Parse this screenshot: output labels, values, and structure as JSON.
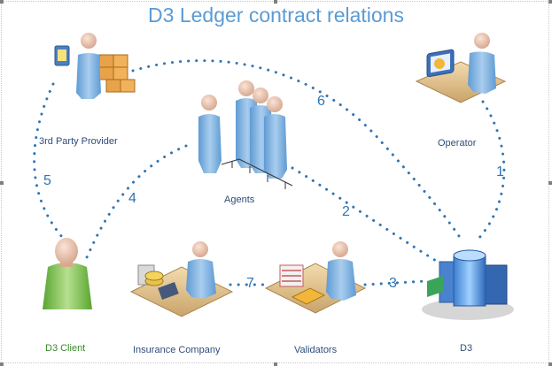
{
  "title": "D3 Ledger contract relations",
  "nodes": {
    "third_party_provider": "3rd Party Provider",
    "operator": "Operator",
    "agents": "Agents",
    "d3_client": "D3 Client",
    "insurance_company": "Insurance Company",
    "validators": "Validators",
    "d3": "D3"
  },
  "edge_labels": {
    "e1": "1",
    "e2": "2",
    "e3": "3",
    "e4": "4",
    "e5": "5",
    "e6": "6",
    "e7": "7"
  },
  "colors": {
    "title": "#5b9bd5",
    "dots": "#2e75b6",
    "label": "#2e4d7b",
    "client_label": "#3a8a2a",
    "person": "#7fb3e0",
    "client_person": "#8cc86a"
  }
}
